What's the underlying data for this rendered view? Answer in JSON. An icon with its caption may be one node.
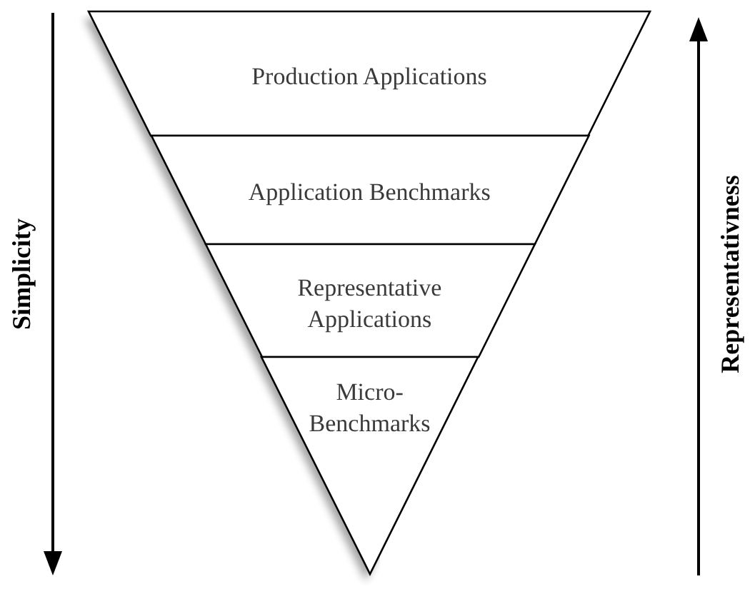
{
  "diagram": {
    "nodes": [
      {
        "text": [
          "Production Applications"
        ]
      },
      {
        "text": [
          "Application Benchmarks"
        ]
      },
      {
        "text": [
          "Representative Applications"
        ]
      },
      {
        "text": [
          "Micro- Benchmarks"
        ]
      }
    ],
    "labels": [
      "Simplicity",
      "Representativness"
    ]
  }
}
